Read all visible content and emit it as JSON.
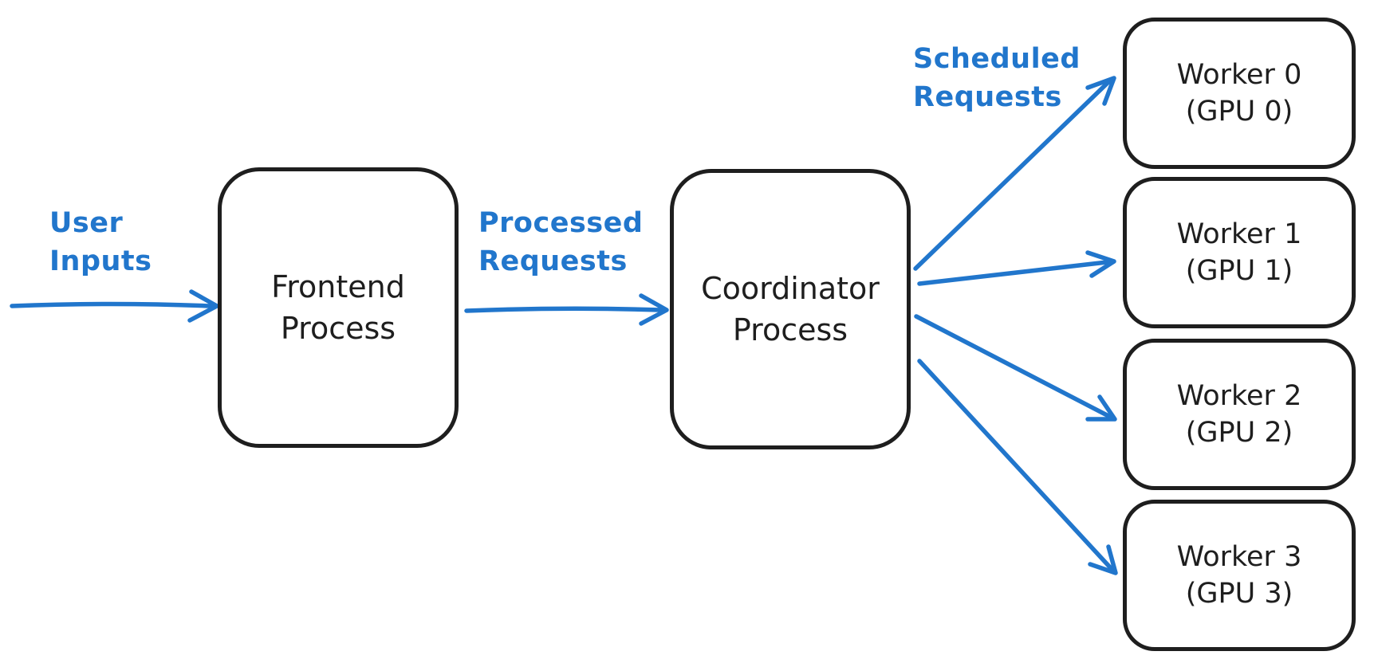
{
  "diagram": {
    "nodes": {
      "frontend": {
        "line1": "Frontend",
        "line2": "Process"
      },
      "coordinator": {
        "line1": "Coordinator",
        "line2": "Process"
      },
      "workers": [
        {
          "line1": "Worker 0",
          "line2": "(GPU 0)"
        },
        {
          "line1": "Worker 1",
          "line2": "(GPU 1)"
        },
        {
          "line1": "Worker 2",
          "line2": "(GPU 2)"
        },
        {
          "line1": "Worker 3",
          "line2": "(GPU 3)"
        }
      ]
    },
    "edge_labels": {
      "user_inputs": {
        "line1": "User",
        "line2": "Inputs"
      },
      "processed_requests": {
        "line1": "Processed",
        "line2": "Requests"
      },
      "scheduled_requests": {
        "line1": "Scheduled",
        "line2": "Requests"
      }
    },
    "colors": {
      "accent_blue": "#2176cc",
      "stroke_black": "#1e1e1e",
      "background": "#ffffff"
    }
  }
}
